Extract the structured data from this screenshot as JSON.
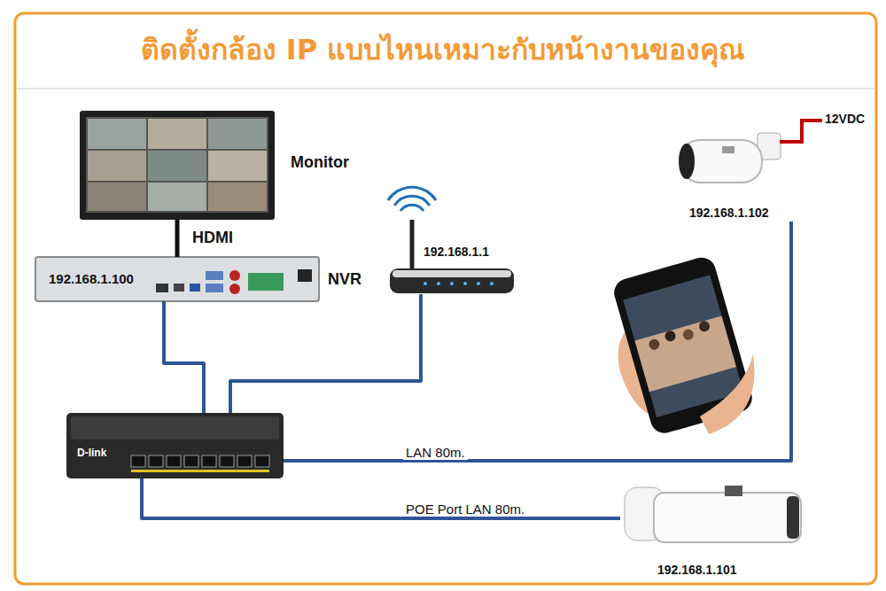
{
  "diagram": {
    "title": "ติดตั้งกล้อง IP แบบไหนเหมาะกับหน้างานของคุณ",
    "nodes": [
      {
        "text": [
          "Monitor"
        ]
      },
      {
        "text": [
          "192.168.1.100",
          "NVR"
        ]
      },
      {
        "text": [
          "192.168.1.1"
        ]
      },
      {
        "text": [
          "D-link"
        ]
      },
      {
        "text": [
          "192.168.1.102"
        ]
      },
      {
        "text": [
          "192.168.1.101"
        ]
      }
    ],
    "edges": [
      {
        "from": 0,
        "to": 1,
        "label": "HDMI",
        "arrow": "none"
      },
      {
        "from": 1,
        "to": 3,
        "arrow": "none"
      },
      {
        "from": 2,
        "to": 3,
        "arrow": "none"
      },
      {
        "from": 3,
        "to": 4,
        "label": "LAN 80m.",
        "arrow": "none"
      },
      {
        "from": 3,
        "to": 5,
        "label": "POE Port LAN 80m.",
        "arrow": "none"
      }
    ],
    "labels": [
      "12VDC"
    ]
  }
}
